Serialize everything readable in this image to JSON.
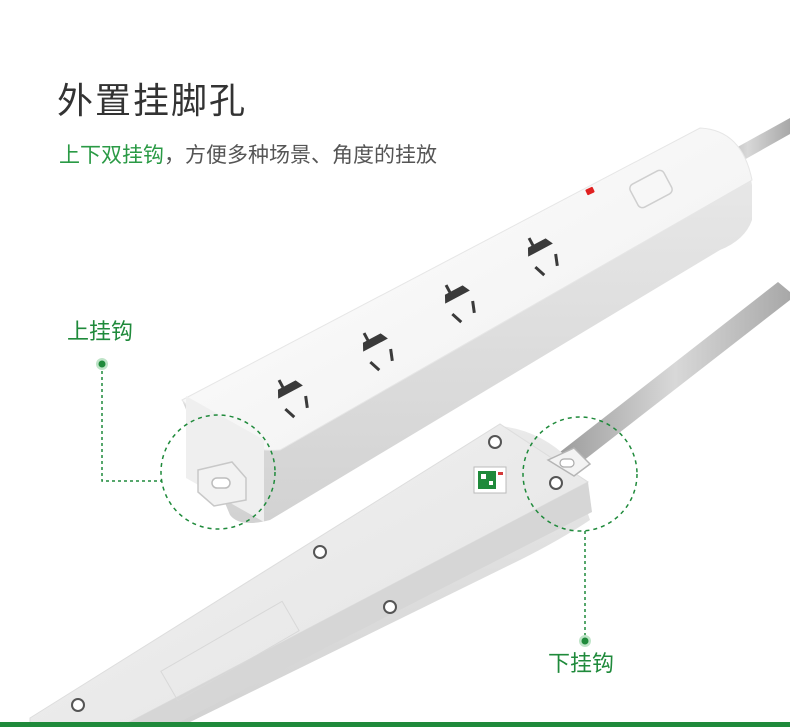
{
  "title": "外置挂脚孔",
  "subtitle": {
    "highlight": "上下双挂钩",
    "rest": "，方便多种场景、角度的挂放"
  },
  "callouts": {
    "upper": "上挂钩",
    "lower": "下挂钩"
  },
  "colors": {
    "accent": "#1f8a3b",
    "title": "#333333",
    "strip_body": "#f4f4f4",
    "strip_edge": "#d9d9d9",
    "cord": "#b8b8b8",
    "indicator": "#e02020"
  }
}
